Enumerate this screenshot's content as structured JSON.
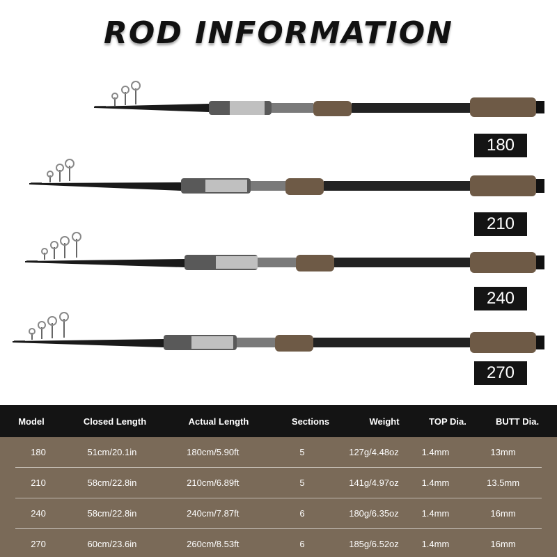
{
  "title": "ROD INFORMATION",
  "rods": [
    {
      "model": "180",
      "label": "180"
    },
    {
      "model": "210",
      "label": "210"
    },
    {
      "model": "240",
      "label": "240"
    },
    {
      "model": "270",
      "label": "270"
    }
  ],
  "table": {
    "headers": [
      "Model",
      "Closed Length",
      "Actual Length",
      "Sections",
      "Weight",
      "TOP Dia.",
      "BUTT Dia."
    ],
    "rows": [
      [
        "180",
        "51cm/20.1in",
        "180cm/5.90ft",
        "5",
        "127g/4.48oz",
        "1.4mm",
        "13mm"
      ],
      [
        "210",
        "58cm/22.8in",
        "210cm/6.89ft",
        "5",
        "141g/4.97oz",
        "1.4mm",
        "13.5mm"
      ],
      [
        "240",
        "58cm/22.8in",
        "240cm/7.87ft",
        "6",
        "180g/6.35oz",
        "1.4mm",
        "16mm"
      ],
      [
        "270",
        "60cm/23.6in",
        "260cm/8.53ft",
        "6",
        "185g/6.52oz",
        "1.4mm",
        "16mm"
      ]
    ]
  },
  "colors": {
    "header_bg": "#141414",
    "table_bg": "#7a6a58",
    "cork": "#6e5a46",
    "blank": "#1a1a1a"
  }
}
